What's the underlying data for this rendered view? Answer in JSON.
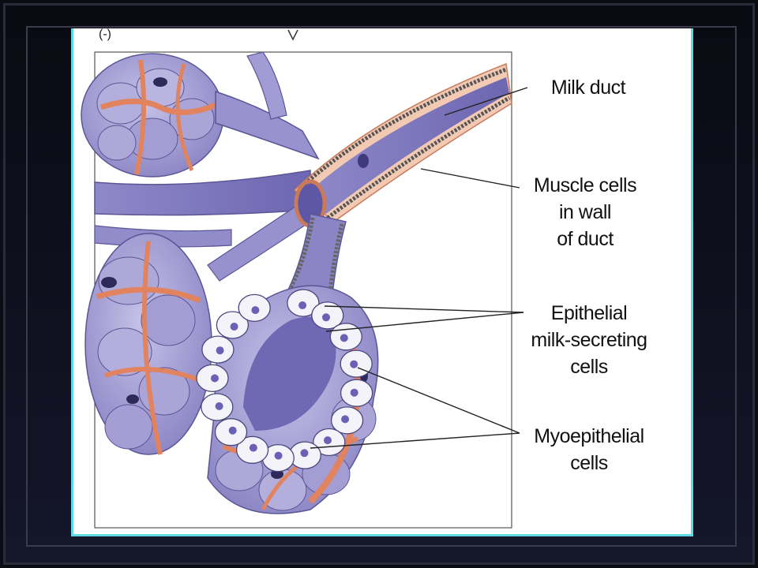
{
  "labels": {
    "milk_duct": "Milk duct",
    "muscle_cells": [
      "Muscle cells",
      "in wall",
      "of duct"
    ],
    "epithelial": [
      "Epithelial",
      "milk-secreting",
      "cells"
    ],
    "myoepithelial": [
      "Myoepithelial",
      "cells"
    ]
  },
  "colors": {
    "slide_border": "#5fd9e6",
    "tissue_lavender": "#a9a3d6",
    "tissue_shade": "#7e77bc",
    "myoepithelial_orange": "#e0835e",
    "background": "#0b0c14"
  }
}
